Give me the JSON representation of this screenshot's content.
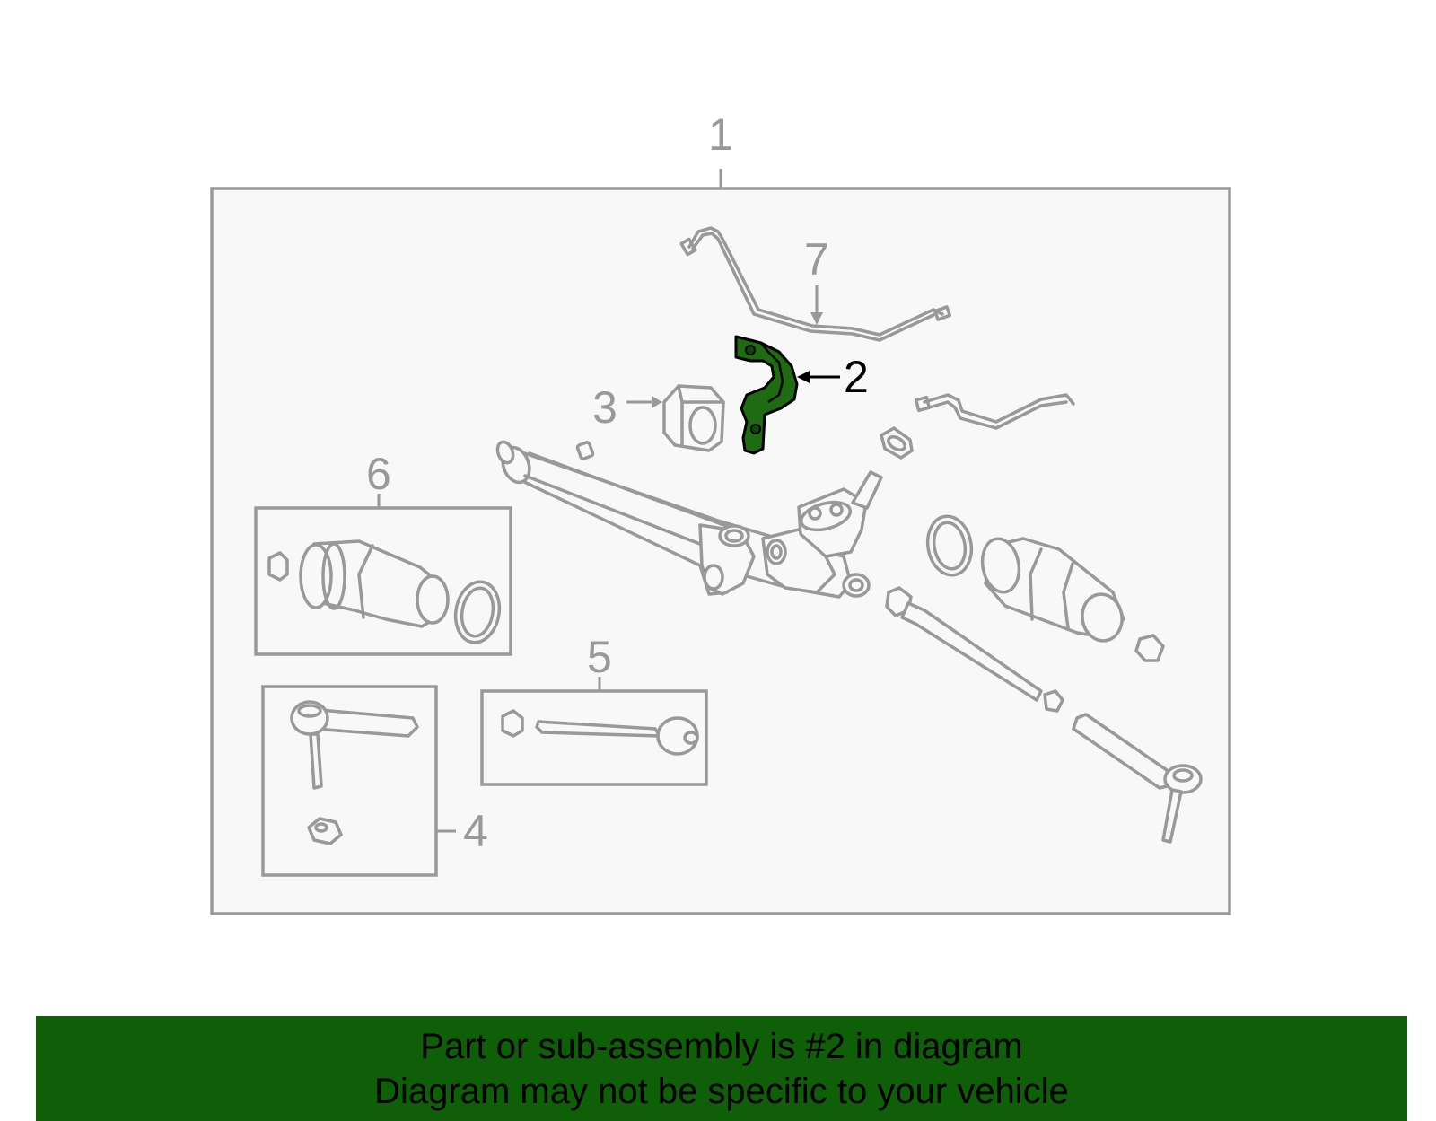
{
  "callouts": {
    "c1": "1",
    "c2": "2",
    "c3": "3",
    "c4": "4",
    "c5": "5",
    "c6": "6",
    "c7": "7"
  },
  "highlight": {
    "part_number": "2",
    "color": "#1e6b12"
  },
  "colors": {
    "line_gray": "#999999",
    "box_fill": "#f8f8f8",
    "banner_green": "#0f5e08"
  },
  "banner": {
    "line1": "Part or sub-assembly is #2 in diagram",
    "line2": "Diagram may not be specific to your vehicle"
  }
}
